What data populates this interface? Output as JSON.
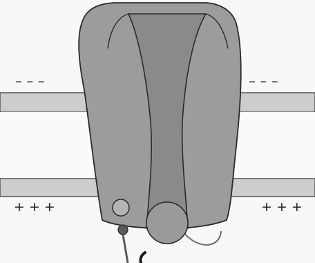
{
  "figure": {
    "membrane_signs": {
      "top_left": "– – –",
      "top_right": "– – –",
      "bottom_left": "+ + +",
      "bottom_right": "+ + +"
    },
    "colors": {
      "paper": "#f8f8f8",
      "outline": "#2a2a2a",
      "channel_fill": "#9c9c9c",
      "inner_subunit_fill": "#8a8a8a",
      "membrane_fill": "#cdcdcd",
      "membrane_edge": "#555555",
      "ball_fill": "#9a9a9a",
      "small_bead_fill": "#b4b4b4",
      "dark_bead_fill": "#5a5a5a",
      "tether": "#6a6a6a"
    },
    "icons": {
      "channel": "ion-channel-protein",
      "gate": "inactivation-ball",
      "sensor": "voltage-sensor-bead"
    }
  }
}
